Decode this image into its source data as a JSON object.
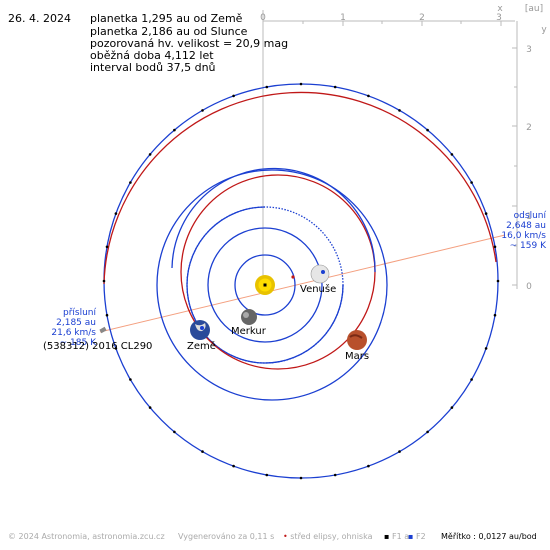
{
  "date": "26. 4. 2024",
  "info_lines": [
    "planetka 1,295 au od Země",
    "planetka 2,186 au od Slunce",
    "pozorovaná hv. velikost = 20,9 mag",
    "oběžná doba 4,112 let",
    "interval bodů 37,5 dnů"
  ],
  "axis": {
    "x_label": "x",
    "unit_label": "[au]",
    "y_label": "y",
    "x_ticks": [
      "0",
      "1",
      "2",
      "3"
    ],
    "y_ticks": [
      "3",
      "2",
      "1",
      "0"
    ]
  },
  "aphelion": {
    "title": "odsluní",
    "distance": "2,648 au",
    "speed": "16,0 km/s",
    "temp": "~ 159 K"
  },
  "perihelion": {
    "title": "přísluní",
    "distance": "2,185 au",
    "speed": "21,6 km/s",
    "temp": "~ 185 K"
  },
  "asteroid_name": "(538312) 2016 CL290",
  "planets": {
    "venus": "Venuše",
    "mercury": "Merkur",
    "earth": "Země",
    "mars": "Mars"
  },
  "footer": {
    "copyright": "© 2024 Astronomia, astronomia.zcu.cz",
    "render_time": "Vygenerováno za 0,11 s",
    "legend_center": "střed elipsy, ohniska",
    "legend_f1": "F1 a",
    "legend_f2": "F2",
    "scale": "Měřítko : 0,0127 au/bod"
  },
  "colors": {
    "red_orbit": "#c01818",
    "blue_orbit": "#1b3fd1",
    "line_of_apsides": "#f4a080",
    "axis": "#bbbbbb"
  }
}
